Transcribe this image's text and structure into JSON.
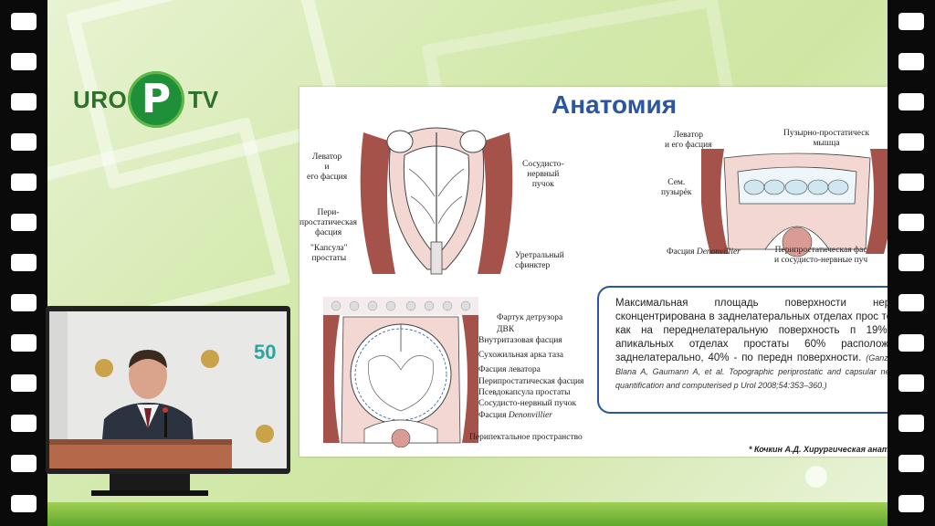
{
  "logo": {
    "left_text": "URO",
    "mark": "P",
    "right_text": "TV"
  },
  "slide": {
    "title": "Анатомия",
    "top_left_labels": {
      "levator": "Леватор\nи\nего фасция",
      "periprostatic": "Пери-\nпростатическая\nфасция",
      "capsule": "\"Капсула\"\nпростаты",
      "neurovascular": "Сосудисто-\nнервный\nпучок",
      "urethral": "Уретральный\nсфинктер"
    },
    "top_right_labels": {
      "levator": "Леватор\nи его фасция",
      "vesicoprostatic": "Пузырно-простатическ\nмышца",
      "seminal": "Сем.\nпузырёк",
      "denon_prefix": "Фасция ",
      "denon_name": "Denonvillier",
      "periprostatic": "Перипростатическая фас\nи сосудисто-нервные пуч"
    },
    "bottom_labels": {
      "detrusor": "Фартук детрузора",
      "dvk": "ДВК",
      "intrapelvic": "Внутритазовая фасция",
      "tendinous": "Сухожильная арка таза",
      "levator_fascia": "Фасция леватора",
      "periprostatic": "Перипростатическая фасция",
      "pseudocapsule": "Псевдокапсула простаты",
      "bundle": "Сосудисто-нервный пучок",
      "denon_prefix": "Фасция ",
      "denon_name": "Denonvillier",
      "perirectal": "Перипектальное пространство"
    },
    "info_text": "Максимальная площадь поверхности нервно сконцентрирована в заднелатеральных отделах прос тогда как на переднелатеральную поверхность п 19%. В апикальных отделах простаты 60% расположены заднелатерально, 40% - по передн поверхности.",
    "info_ref": "(Ganzer R, Blana A, Gaumann A, et al. Topographic periprostatic and capsular nerves: quantification and computerised p Urol 2008;54:353–360.)",
    "footnote": "* Кочкин А.Д. Хирургическая анат"
  },
  "pip": {
    "badge": "50"
  },
  "colors": {
    "accent": "#2c56a0",
    "brand_green": "#1f8f3a",
    "muscle": "#a4524a"
  }
}
